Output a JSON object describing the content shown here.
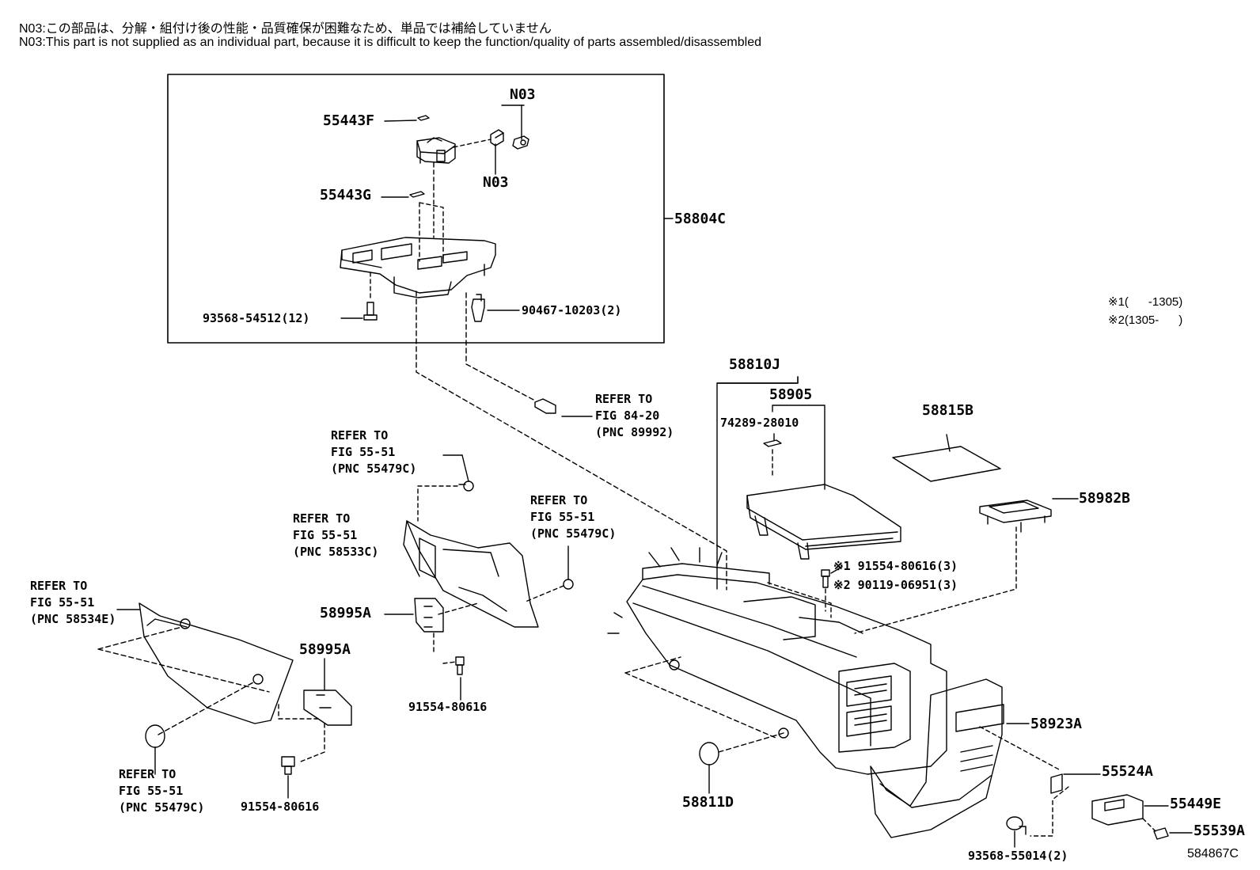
{
  "notes": {
    "jp": "N03:この部品は、分解・組付け後の性能・品質確保が困難なため、単品では補給していません",
    "en": "N03:This part is not supplied as an individual part, because it is difficult to keep the function/quality of parts assembled/disassembled"
  },
  "conditions": {
    "c1": "※1(      -1305)",
    "c2": "※2(1305-      )"
  },
  "figure_id": "584867C",
  "labels": {
    "p55443F": "55443F",
    "n03a": "N03",
    "n03b": "N03",
    "p55443G": "55443G",
    "p58804C": "58804C",
    "p93568_54512": "93568-54512(12)",
    "p90467_10203": "90467-10203(2)",
    "p58810J": "58810J",
    "p58905": "58905",
    "p74289_28010": "74289-28010",
    "p58815B": "58815B",
    "p58982B": "58982B",
    "p91554_80616_3": "※1 91554-80616(3)",
    "p90119_06951_3": "※2 90119-06951(3)",
    "p58995A_a": "58995A",
    "p58995A_b": "58995A",
    "p91554_80616_a": "91554-80616",
    "p91554_80616_b": "91554-80616",
    "p58811D": "58811D",
    "p58923A": "58923A",
    "p55524A": "55524A",
    "p55449E": "55449E",
    "p55539A": "55539A",
    "p93568_55014": "93568-55014(2)"
  },
  "refs": {
    "r84_20": "REFER TO\nFIG 84-20\n(PNC 89992)",
    "r55479C_top": "REFER TO\nFIG 55-51\n(PNC 55479C)",
    "r58533C": "REFER TO\nFIG 55-51\n(PNC 58533C)",
    "r55479C_mid": "REFER TO\nFIG 55-51\n(PNC 55479C)",
    "r58534E": "REFER TO\nFIG 55-51\n(PNC 58534E)",
    "r55479C_bot": "REFER TO\nFIG 55-51\n(PNC 55479C)"
  }
}
